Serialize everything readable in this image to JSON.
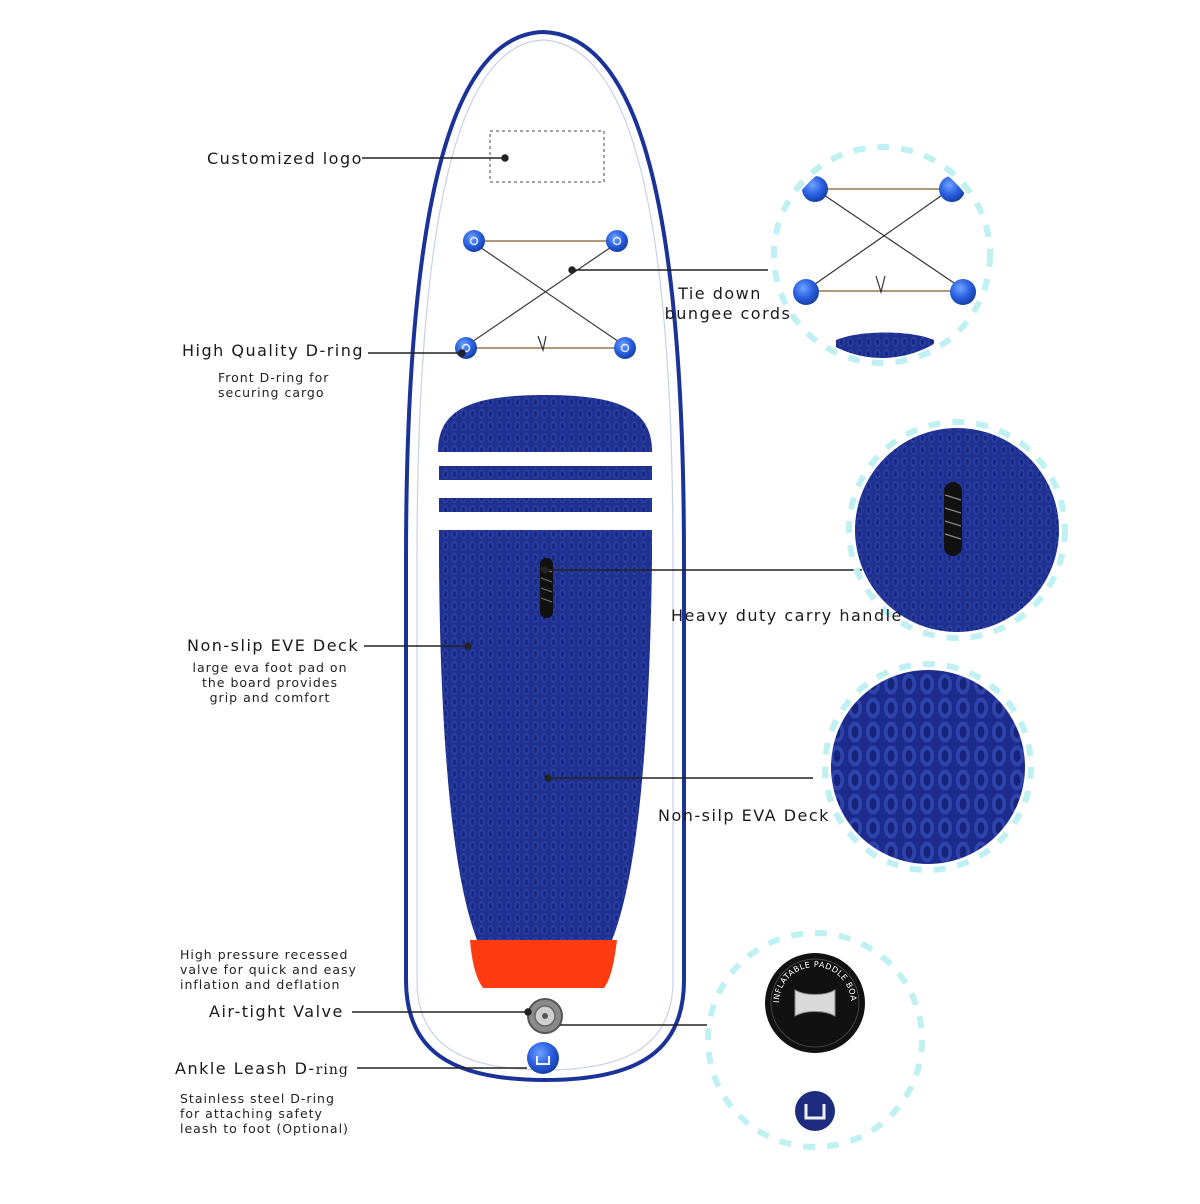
{
  "labels": {
    "customized_logo": "Customized logo",
    "tie_down_line1": "Tie down",
    "tie_down_line2": "bungee cords",
    "d_ring_title": "High Quality D-ring",
    "d_ring_sub1": "Front D-ring for",
    "d_ring_sub2": "securing cargo",
    "carry_handle": "Heavy duty carry handle",
    "eve_deck_title": "Non-slip EVE Deck",
    "eve_deck_sub1": "large eva foot pad on",
    "eve_deck_sub2": "the board provides",
    "eve_deck_sub3": "grip and comfort",
    "eva_deck": "Non-silp EVA Deck",
    "valve_sub1": "High pressure recessed",
    "valve_sub2": "valve for quick and easy",
    "valve_sub3": "inflation and deflation",
    "valve_title": "Air-tight Valve",
    "leash_title_a": "Ankle Leash D-",
    "leash_title_b": "ring",
    "leash_sub1": "Stainless steel D-ring",
    "leash_sub2": "for attaching safety",
    "leash_sub3": "leash to foot (Optional)",
    "valve_badge_text": "INFLATABLE PADDLE BOARD"
  },
  "colors": {
    "board_blue": "#1b3399",
    "deck_blue": "#1f2f8f",
    "tail_orange": "#ff3b12",
    "dashed_circle": "#bff0f2",
    "leader_line": "#222222"
  },
  "icons": [
    "d-ring-icon",
    "carry-handle-icon",
    "valve-icon",
    "leash-ring-icon"
  ]
}
